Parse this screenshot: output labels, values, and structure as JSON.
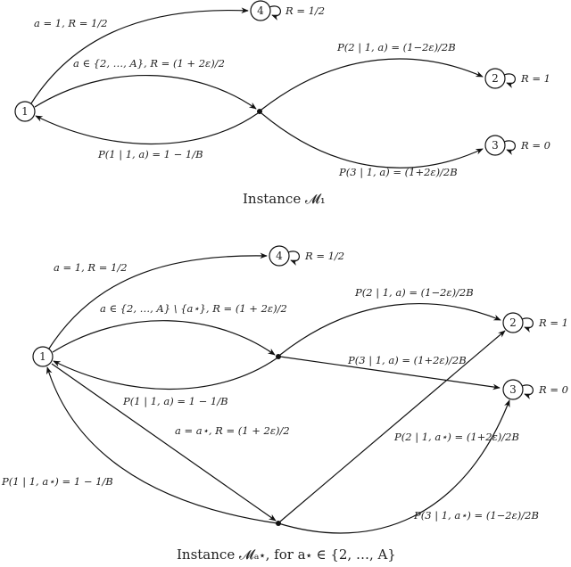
{
  "diagram_top": {
    "caption": "Instance 𝓜₁",
    "nodes": [
      {
        "id": "1",
        "label": "1"
      },
      {
        "id": "2",
        "label": "2",
        "self_loop": "R = 1"
      },
      {
        "id": "3",
        "label": "3",
        "self_loop": "R = 0"
      },
      {
        "id": "4",
        "label": "4",
        "self_loop": "R = 1/2"
      }
    ],
    "edges": {
      "to4": "a = 1, R = 1/2",
      "to_dot": "a ∈ {2, …, A}, R = (1 + 2ε)/2",
      "to2": "P(2 | 1, a) = (1−2ε)/2B",
      "to3": "P(3 | 1, a) = (1+2ε)/2B",
      "to1": "P(1 | 1, a) = 1 − 1/B"
    }
  },
  "diagram_bottom": {
    "caption": "Instance 𝓜ₐ⋆, for a⋆ ∈ {2, …, A}",
    "nodes": [
      {
        "id": "1",
        "label": "1"
      },
      {
        "id": "2",
        "label": "2",
        "self_loop": "R = 1"
      },
      {
        "id": "3",
        "label": "3",
        "self_loop": "R = 0"
      },
      {
        "id": "4",
        "label": "4",
        "self_loop": "R = 1/2"
      }
    ],
    "edges": {
      "to4": "a = 1, R = 1/2",
      "to_dot1": "a ∈ {2, …, A} \\ {a⋆}, R = (1 + 2ε)/2",
      "dot1_to2": "P(2 | 1, a) = (1−2ε)/2B",
      "dot1_to3": "P(3 | 1, a) = (1+2ε)/2B",
      "dot1_to1": "P(1 | 1, a) = 1 − 1/B",
      "to_dot2": "a = a⋆, R = (1 + 2ε)/2",
      "dot2_to2": "P(2 | 1, a⋆) = (1+2ε)/2B",
      "dot2_to3": "P(3 | 1, a⋆) = (1−2ε)/2B",
      "dot2_to1": "P(1 | 1, a⋆) = 1 − 1/B"
    }
  }
}
